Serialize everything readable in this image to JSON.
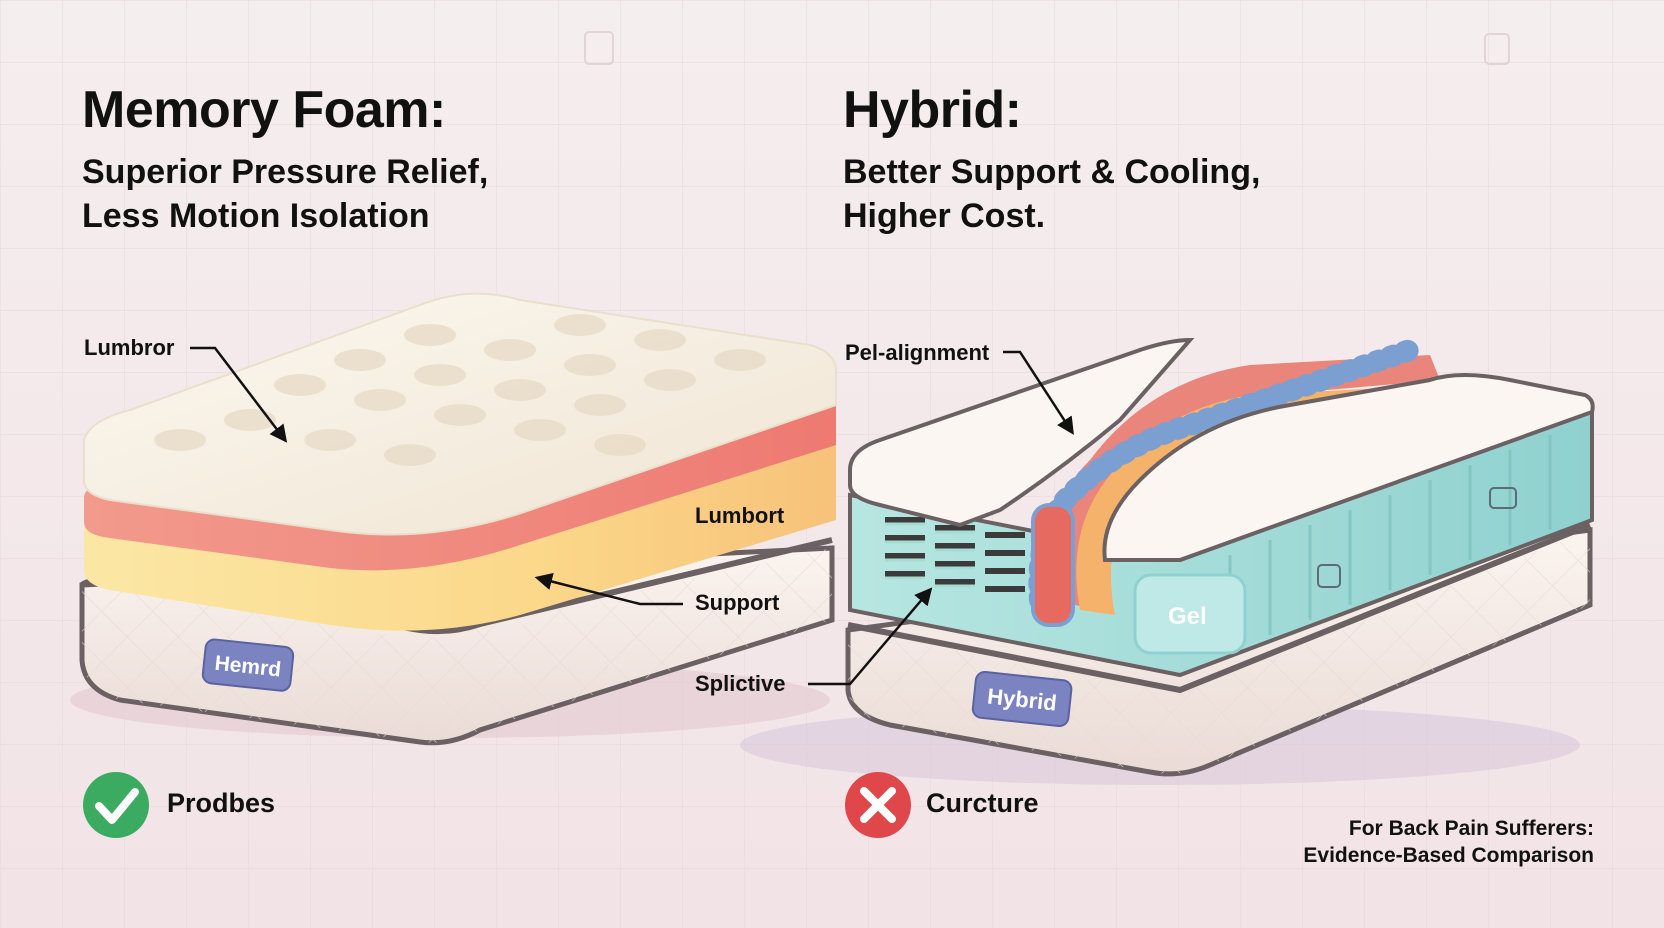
{
  "left_panel": {
    "title": "Memory Foam:",
    "subtitle": "Superior Pressure Relief,\nLess Motion Isolation",
    "callouts": {
      "top": "Lumbror",
      "layer": "Lumbort",
      "support": "Support",
      "bottom": "Splictive"
    },
    "badge": "Hemrd",
    "verdict": {
      "label": "Prodbes",
      "icon": "check-icon",
      "color": "#3cab62"
    }
  },
  "right_panel": {
    "title": "Hybrid:",
    "subtitle": "Better Support & Cooling,\nHigher Cost.",
    "callouts": {
      "top": "Pel-alignment"
    },
    "gel_label": "Gel",
    "badge": "Hybrid",
    "verdict": {
      "label": "Curcture",
      "icon": "x-icon",
      "color": "#e0474a"
    }
  },
  "footer": "For Back Pain Sufferers:\nEvidence-Based Comparison",
  "colors": {
    "background": "#f6ecec",
    "foam": "#f7f0e4",
    "pink_layer": "#f0867e",
    "yellow_layer": "#fbd88a",
    "coil_teal": "#9fd9d4",
    "coil_blue": "#7c9fd2",
    "badge": "#7b84c0"
  }
}
